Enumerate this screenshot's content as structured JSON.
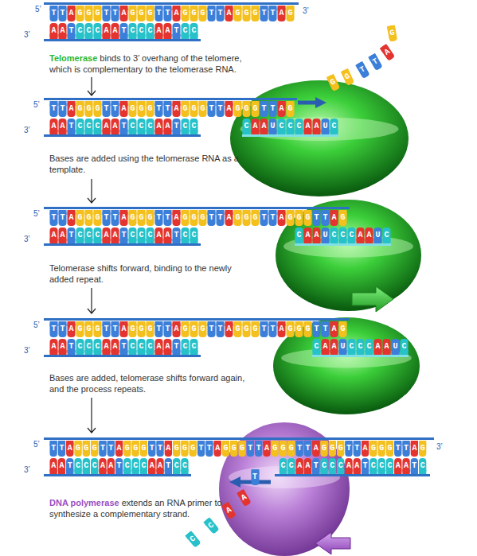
{
  "diagram": {
    "nodes": [
      {
        "text": [
          "CAAUCCCAAUC"
        ]
      },
      {
        "text": [
          "CAAUCCCAAUC"
        ]
      },
      {
        "text": [
          "CAAUCCCAAUC"
        ]
      }
    ],
    "labels": [
      "5’",
      "TTAGGGTTAGGGTTAGGGTTAGGGTTAG",
      "3’",
      "AATCCCAATCCCAATCC",
      "3’",
      "Telomerase",
      "binds to 3’ overhang of the telomere, which is complementary to the telomerase RNA.",
      "G",
      "G",
      "T",
      "T",
      "A",
      "G",
      "5’",
      "TTAGGGTTAGGGTTAGGGTTAGGGTTAG",
      "3’",
      "AATCCCAATCCCAATCC",
      "Bases are added using the telomerase RNA as a template.",
      "5’",
      "TTAGGGTTAGGGTTAGGGTTAGGGTTAGGGTTAG",
      "3’",
      "AATCCCAATCCCAATCC",
      "Telomerase shifts forward, binding to the newly added repeat.",
      "5’",
      "TTAGGGTTAGGGTTAGGGTTAGGGTTAGGGTTAG",
      "3’",
      "AATCCCAATCCCAATCC",
      "Bases are added, telomerase shifts forward again, and the process repeats.",
      "5’",
      "TTAGGGTTAGGGTTAGGGTTAGGGTTAGGGTTAGGGTTAGGGTTAG",
      "3’",
      "3’",
      "AATCCCAATCCCAATCC",
      "CCAATCCCAATCCCAATC",
      "T",
      "A",
      "A",
      "C",
      "C",
      "DNA polymerase",
      "extends an RNA primer to synthesize a complementary strand."
    ]
  }
}
